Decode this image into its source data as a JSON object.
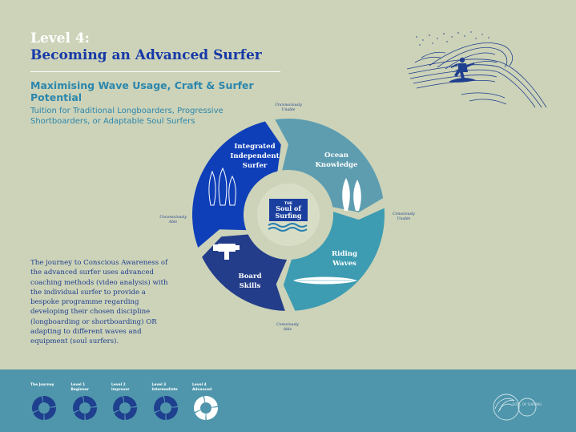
{
  "header": {
    "level": "Level 4:",
    "title": "Becoming an Advanced Surfer",
    "subtitle": "Maximising Wave Usage, Craft & Surfer Potential",
    "description": "Tuition for Traditional Longboarders, Progressive Shortboarders, or Adaptable Soul Surfers"
  },
  "diagram": {
    "segments": [
      {
        "line1": "Integrated",
        "line2": "Independent",
        "line3": "Surfer"
      },
      {
        "line1": "Ocean",
        "line2": "Knowledge"
      },
      {
        "line1": "Riding",
        "line2": "Waves"
      },
      {
        "line1": "Board",
        "line2": "Skills"
      }
    ],
    "stages": {
      "top": {
        "line1": "Unconsciously",
        "line2": "Unable"
      },
      "right": {
        "line1": "Consciously",
        "line2": "Unable"
      },
      "bottom": {
        "line1": "Consciously",
        "line2": "Able"
      },
      "left": {
        "line1": "Unconsciously",
        "line2": "Able"
      }
    },
    "logo": {
      "line1": "THE",
      "line2": "Soul of",
      "line3": "Surfing"
    },
    "colors": {
      "integrated": "#0f3fb8",
      "ocean": "#5e9db0",
      "riding": "#3d9cb2",
      "board": "#233d8a",
      "center": "#d8dec6",
      "logo": "#1a3f9e"
    }
  },
  "body_text": "The journey to Conscious Awareness of the advanced surfer uses advanced coaching methods (video analysis) with the individual surfer to provide a bespoke programme regarding developing their chosen discipline (longboarding or shortboarding) OR adapting to different waves and equipment (soul surfers).",
  "footer": {
    "nav": [
      {
        "label": "The Journey",
        "active": false
      },
      {
        "label": "Level 1\nBeginner",
        "active": false
      },
      {
        "label": "Level 2\nImprover",
        "active": false
      },
      {
        "label": "Level 3\nIntermediate",
        "active": false
      },
      {
        "label": "Level 4\nAdvanced",
        "active": true
      }
    ],
    "brand_logo_text": "SOUL OF SURFING",
    "colors": {
      "background": "#4f96ac",
      "icon": "#1f3f8f",
      "active_icon": "#ffffff"
    }
  }
}
